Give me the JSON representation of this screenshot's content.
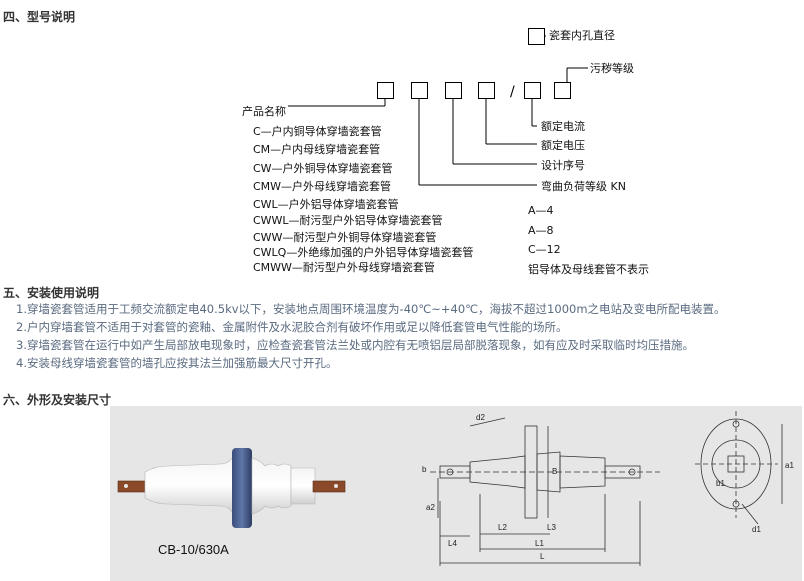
{
  "sections": {
    "model": {
      "title": "四、型号说明"
    },
    "install": {
      "title": "五、安装使用说明"
    },
    "dims": {
      "title": "六、外形及安装尺寸"
    }
  },
  "model_diagram": {
    "slash": "/",
    "callouts": {
      "bore": "瓷套内孔直径",
      "pollution": "污秽等级",
      "current": "额定电流",
      "voltage": "额定电压",
      "design": "设计序号",
      "load": "弯曲负荷等级 KN"
    },
    "product_name_label": "产品名称",
    "product_names": [
      "C—户内铜导体穿墙瓷套管",
      "CM—户内母线穿墙瓷套管",
      "CW—户外铜导体穿墙瓷套管",
      "CMW—户外母线穿墙瓷套管",
      "CWL—户外铝导体穿墙瓷套管",
      "CWWL—耐污型户外铝导体穿墙瓷套管",
      "CWW—耐污型户外铜导体穿墙瓷套管",
      "CWLQ—外绝缘加强的户外铝导体穿墙瓷套管",
      "CMWW—耐污型户外母线穿墙瓷套管"
    ],
    "load_grades": [
      "A—4",
      "A—8",
      "C—12"
    ],
    "load_note": "铝导体及母线套管不表示"
  },
  "install_notes": [
    "1.穿墙瓷套管适用于工频交流额定电40.5kv以下，安装地点周围环境温度为-40℃~+40℃，海拔不超过1000m之电站及变电所配电装置。",
    "2.户内穿墙套管不适用于对套管的瓷釉、金属附件及水泥胶合剂有破坏作用或足以降低套管电气性能的场所。",
    "3.穿墙瓷套管在运行中如产生局部放电现象时，应检查瓷套管法兰处或内腔有无喷铝层局部脱落现象，如有应及时采取临时均压措施。",
    "4.安装母线穿墙瓷套管的墙孔应按其法兰加强筋最大尺寸开孔。"
  ],
  "photo_caption": "CB-10/630A",
  "drawing_labels": {
    "d2": "d2",
    "b": "b",
    "B": "B",
    "a2": "a2",
    "L2": "L2",
    "L3": "L3",
    "L1": "L1",
    "L4": "L4",
    "L": "L",
    "a1": "a1",
    "b1": "b1",
    "d1": "d1"
  }
}
